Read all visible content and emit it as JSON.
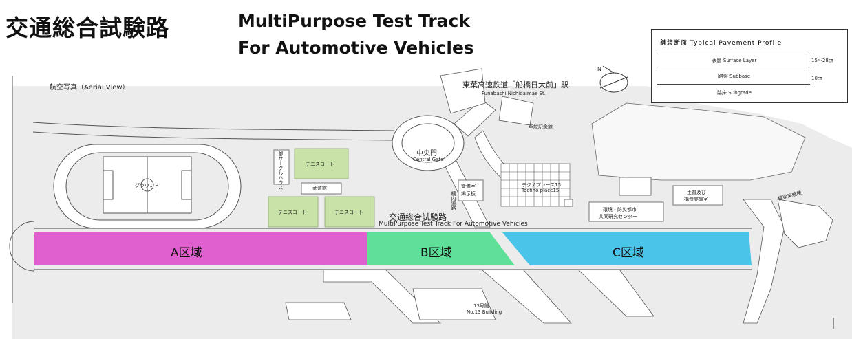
{
  "header": {
    "title_jp": "交通総合試験路",
    "title_en_line1": "MultiPurpose Test  Track",
    "title_en_line2": "For Automotive Vehicles"
  },
  "map": {
    "aerial_view_label": "航空写真（Aerial View）",
    "station_jp": "東葉高速鉄道「船橋日大前」駅",
    "station_en": "Funabashi Nichidaimae St.",
    "compass_label": "N",
    "memorial_hall": "至誠記念館",
    "central_gate_jp": "中央門",
    "central_gate_en": "Central Gate",
    "ground_label": "グラウンド",
    "circle_house_label": "部サークルハウス",
    "tennis_court_1": "テニスコート",
    "tennis_court_2": "テニスコート",
    "tennis_court_3": "テニスコート",
    "budokan": "武道館",
    "security_jp": "警備室",
    "security_sub": "掲示板",
    "vertical_road_label": "構内道路",
    "techno_place_jp": "テクノプレース15",
    "techno_place_en": "Techno place15",
    "disaster_center_line1": "環境・防災都市",
    "disaster_center_line2": "共同研究センター",
    "civil_eng_line1": "土質及び",
    "civil_eng_line2": "構造実験室",
    "track_label_jp": "交通総合試験路",
    "track_label_en": "MultiPurpose Test Track For Automotive Vehicles",
    "bridge_lab": "橋梁実験棟",
    "building13_jp": "13号館",
    "building13_en": "No.13 Building"
  },
  "zones": [
    {
      "label": "A区域",
      "color": "#e060cf"
    },
    {
      "label": "B区域",
      "color": "#5ee098"
    },
    {
      "label": "C区域",
      "color": "#4ac4e8"
    }
  ],
  "profile": {
    "title": "舗装断面  Typical Pavement Profile",
    "surface": "表層   Surface Layer",
    "subbase": "路盤    Subbase",
    "subgrade": "路床    Subgrade",
    "thickness_top": "15〜28㎝",
    "thickness_bottom": "10㎝"
  }
}
